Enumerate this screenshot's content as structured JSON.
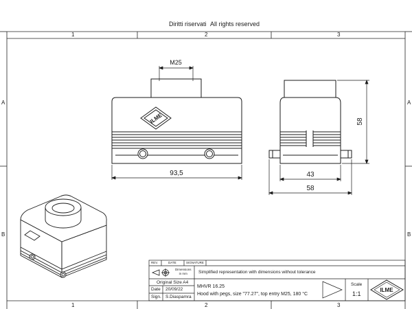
{
  "header": {
    "rights_it": "Diritti riservati",
    "rights_en": "All rights reserved"
  },
  "grid": {
    "columns": [
      "1",
      "2",
      "3"
    ],
    "rows": [
      "A",
      "B"
    ]
  },
  "dimensions": {
    "thread": "M25",
    "width_front": "93,5",
    "height_side": "58",
    "inner_side": "43",
    "outer_side": "58"
  },
  "title_block": {
    "rev_label": "REV.",
    "date_label": "DATE",
    "signature_label": "SIGNATURE",
    "dimensions_note_small": [
      "Dimensions",
      "in mm"
    ],
    "representation_note": "Simplified representation with dimensions without tolerance",
    "original_size": "Original Size A4",
    "date_caption": "Date",
    "date_value": "20/09/22",
    "sign_caption": "Sign.",
    "sign_value": "S.Diaspamra",
    "part_code": "MHVR 16.25",
    "description": "Hood with pegs, size \"77.27\", top entry M25, 180 °C",
    "scale_label": "Scale",
    "scale_value": "1:1",
    "logo_text": "ILME"
  },
  "colors": {
    "line": "#1a1a1a",
    "border": "#222222",
    "fill": "#ffffff"
  }
}
